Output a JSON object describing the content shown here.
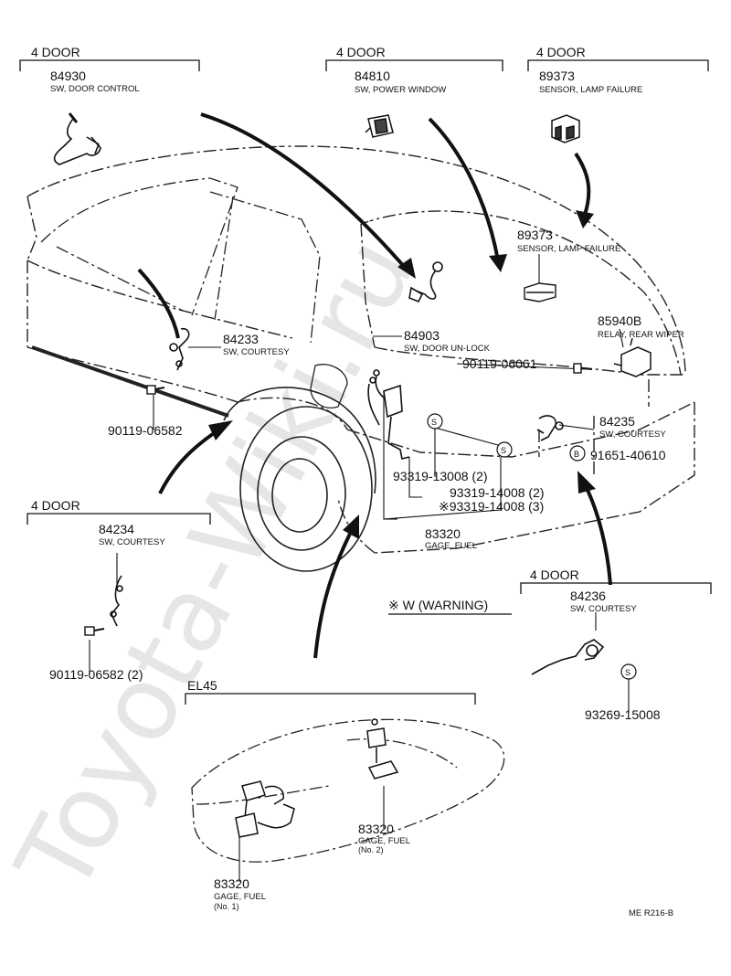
{
  "watermark": "Toyota-Wiki.ru",
  "sheet_code": "ME R216-B",
  "headers": {
    "top_left": "4 DOOR",
    "top_middle": "4 DOOR",
    "top_right": "4 DOOR",
    "mid_left": "4 DOOR",
    "mid_right": "4 DOOR",
    "bottom": "EL45"
  },
  "warning_note": "※ W (WARNING)",
  "parts": [
    {
      "part_no": "84930",
      "desc": "SW, DOOR CONTROL"
    },
    {
      "part_no": "84810",
      "desc": "SW, POWER WINDOW"
    },
    {
      "part_no": "89373",
      "desc": "SENSOR, LAMP FAILURE"
    },
    {
      "part_no": "89373",
      "desc": "SENSOR, LAMP FAILURE"
    },
    {
      "part_no": "84903",
      "desc": "SW, DOOR UN-LOCK"
    },
    {
      "part_no": "85940B",
      "desc": "RELAY, REAR WIPER"
    },
    {
      "part_no": "84233",
      "desc": "SW, COURTESY"
    },
    {
      "part_no": "84235",
      "desc": "SW, COURTESY"
    },
    {
      "part_no": "84234",
      "desc": "SW, COURTESY"
    },
    {
      "part_no": "83320",
      "desc": "GAGE, FUEL"
    },
    {
      "part_no": "84236",
      "desc": "SW, COURTESY"
    },
    {
      "part_no": "83320",
      "desc": "GAGE, FUEL",
      "sub": "(No. 2)"
    },
    {
      "part_no": "83320",
      "desc": "GAGE, FUEL",
      "sub": "(No. 1)"
    }
  ],
  "fasteners": [
    "90119-06061",
    "90119-06582",
    "91651-40610",
    "93319-13008 (2)",
    "93319-14008 (2)",
    "※93319-14008 (3)",
    "90119-06582 (2)",
    "93269-15008"
  ],
  "symbols": {
    "s": "S",
    "b": "B"
  }
}
